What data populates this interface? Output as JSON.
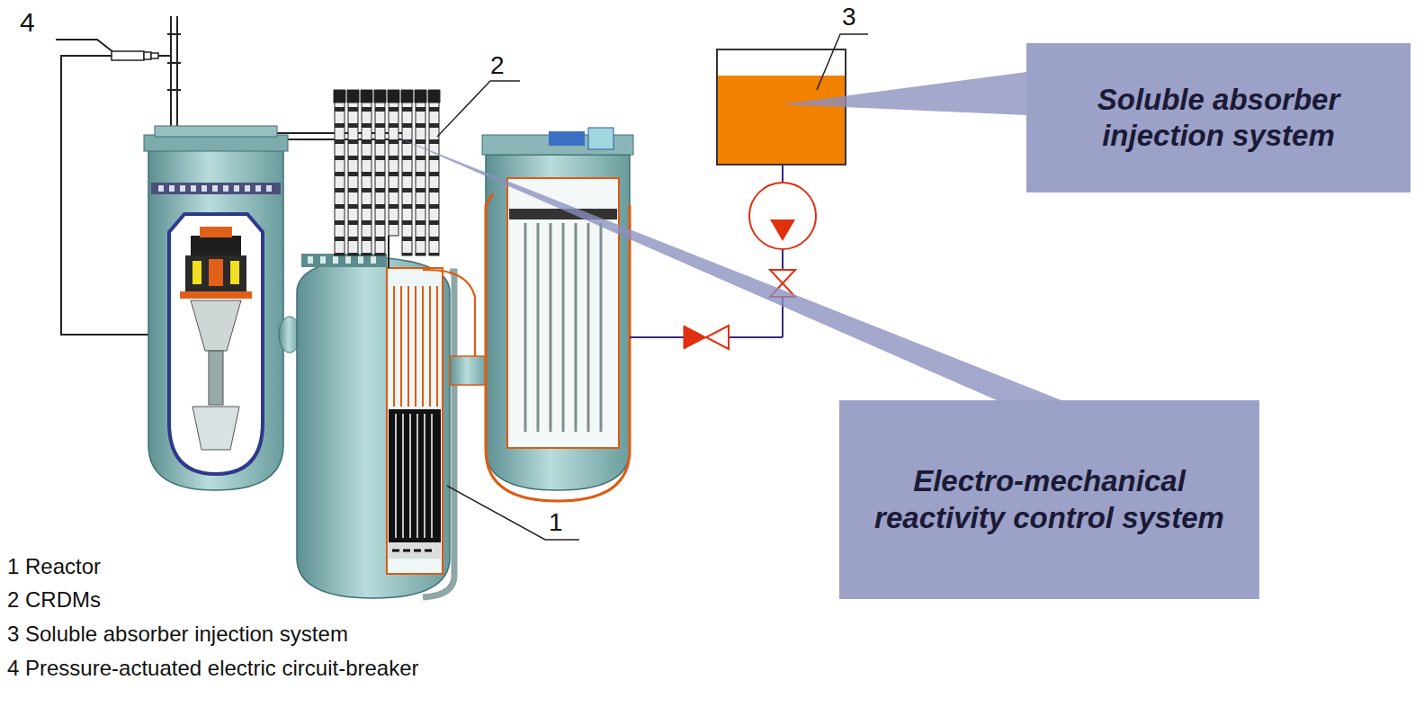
{
  "diagram": {
    "nodes": [
      {
        "text": [
          "Soluble absorber injection system"
        ]
      },
      {
        "text": [
          "Electro-mechanical reactivity control system"
        ]
      }
    ],
    "labels": [
      "4",
      "2",
      "3",
      "1",
      "1 Reactor",
      "2 CRDMs",
      "3 Soluble absorber injection system",
      "4 Pressure-actuated electric circuit-breaker"
    ]
  }
}
